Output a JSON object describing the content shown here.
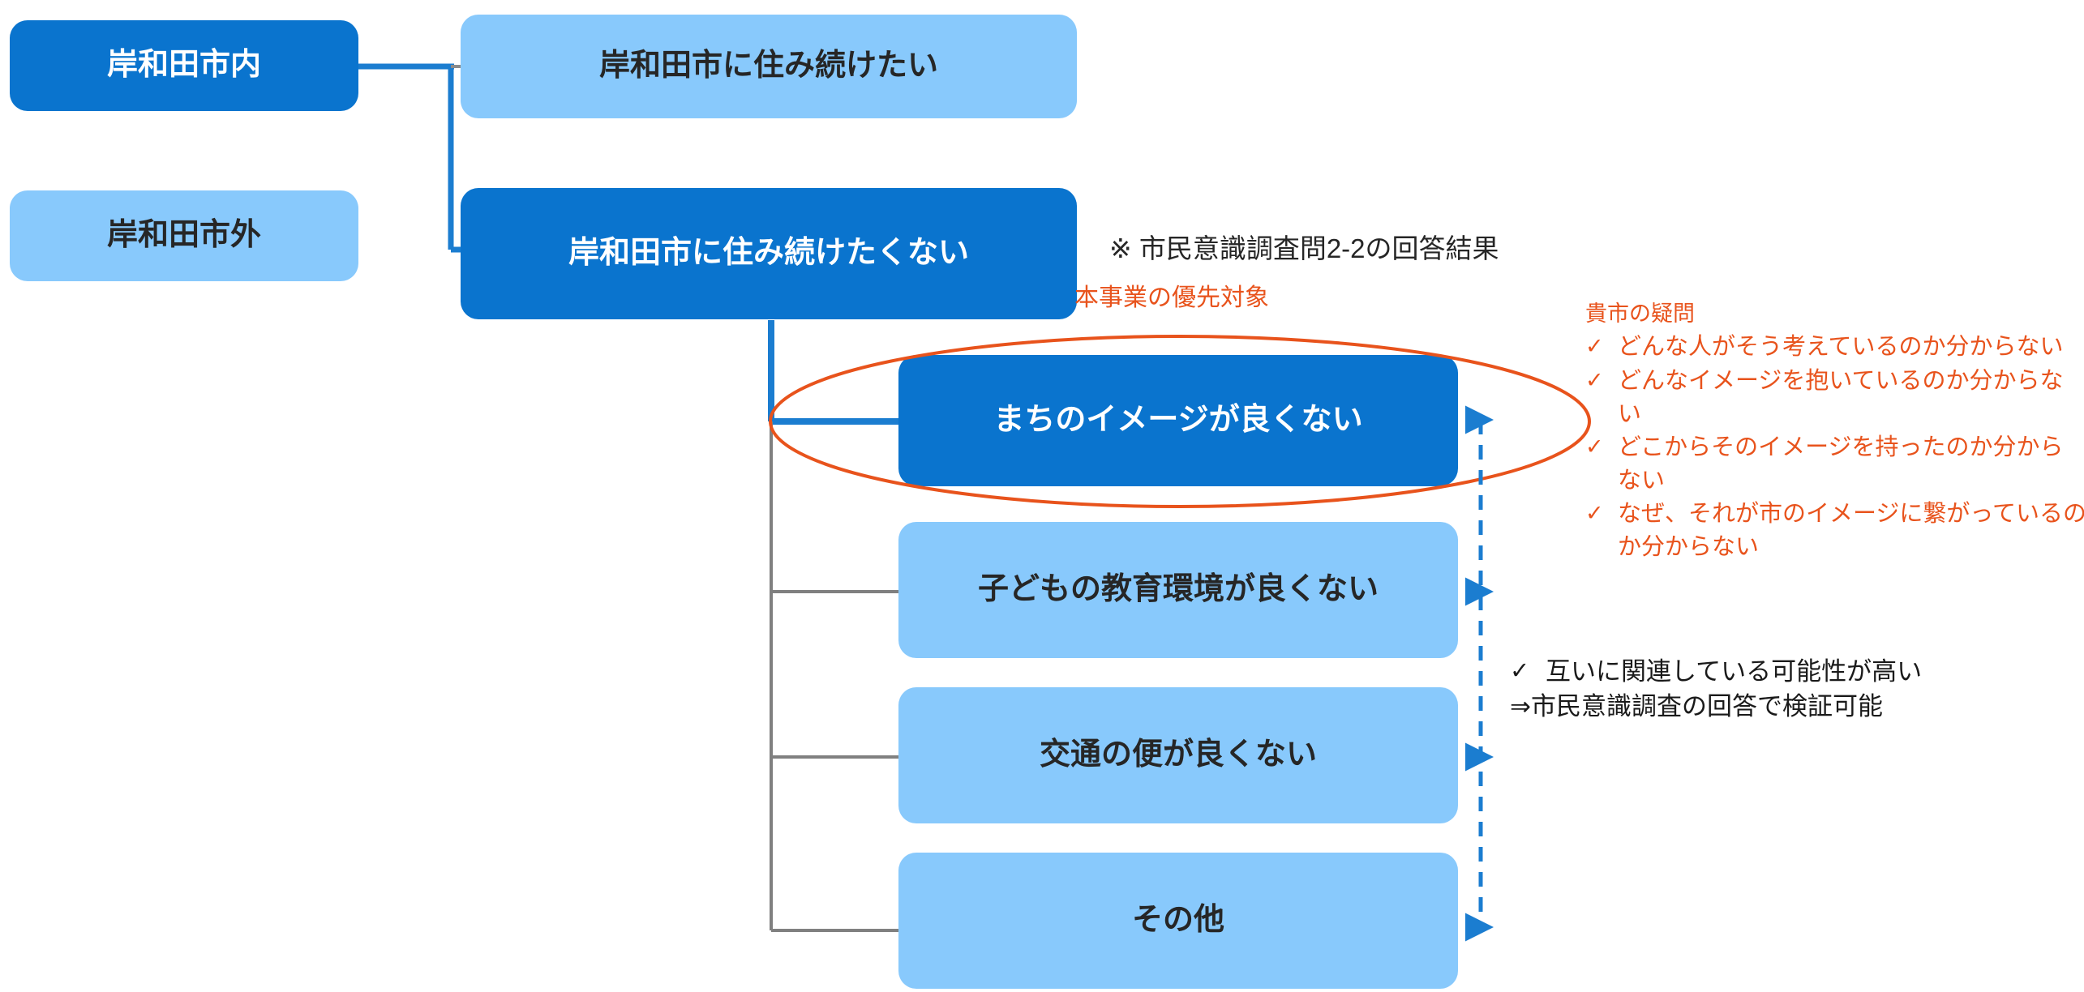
{
  "diagram": {
    "title_note": "※ 市民意識調査問2-2の回答結果",
    "nodes": {
      "inside_city": "岸和田市内",
      "outside_city": "岸和田市外",
      "want_to_stay": "岸和田市に住み続けたい",
      "do_not_want_to_stay": "岸和田市に住み続けたくない",
      "reason_image": "まちのイメージが良くない",
      "reason_education": "子どもの教育環境が良くない",
      "reason_transport": "交通の便が良くない",
      "reason_other": "その他"
    },
    "highlight_label": "本事業の優先対象",
    "questions": {
      "heading": "貴市の疑問",
      "check_glyph": "✓",
      "items": [
        "どんな人がそう考えているのか分からない",
        "どんなイメージを抱いているのか分からない",
        "どこからそのイメージを持ったのか分からない",
        "なぜ、それが市のイメージに繋がっているの\nか分からない"
      ]
    },
    "relation_note": {
      "check_glyph": "✓",
      "line1": "互いに関連している可能性が高い",
      "line2": "⇒市民意識調査の回答で検証可能"
    },
    "colors": {
      "dark_blue": "#0A74CE",
      "light_blue": "#88C9FC",
      "orange": "#E8531C",
      "gray_line": "#808080",
      "blue_line": "#1B7DD0",
      "text_dark": "#262626"
    }
  }
}
